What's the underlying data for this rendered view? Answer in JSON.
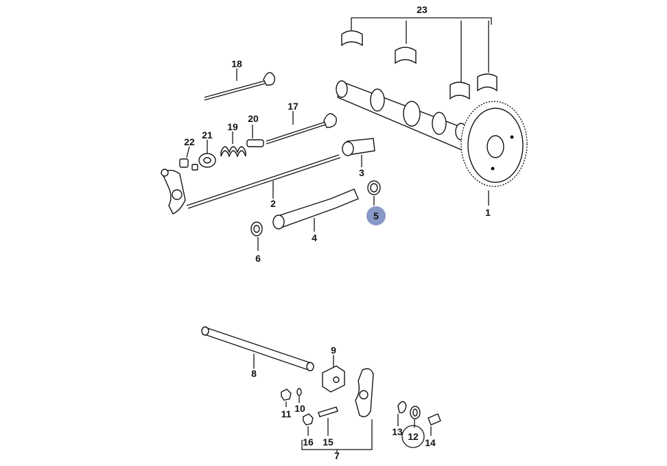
{
  "labels": {
    "p1": "1",
    "p2": "2",
    "p3": "3",
    "p4": "4",
    "p5": "5",
    "p6": "6",
    "p7": "7",
    "p8": "8",
    "p9": "9",
    "p10": "10",
    "p11": "11",
    "p12": "12",
    "p13": "13",
    "p14": "14",
    "p15": "15",
    "p16": "16",
    "p17": "17",
    "p18": "18",
    "p19": "19",
    "p20": "20",
    "p21": "21",
    "p22": "22",
    "p23": "23"
  },
  "highlight": {
    "part": "5",
    "color": "#8896c8"
  },
  "circled": {
    "part": "12"
  }
}
